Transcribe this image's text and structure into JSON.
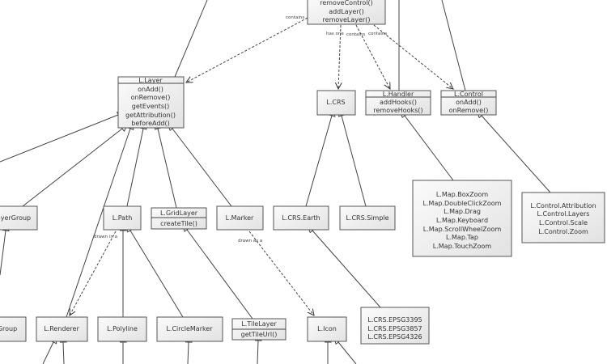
{
  "classes": {
    "map": {
      "methods": [
        "removeControl()",
        "addLayer()",
        "removeLayer()"
      ]
    },
    "layer": {
      "name": "L.Layer",
      "methods": [
        "onAdd()",
        "onRemove()",
        "getEvents()",
        "getAttribution()",
        "beforeAdd()"
      ]
    },
    "crs": {
      "name": "L.CRS"
    },
    "handler": {
      "name": "L.Handler",
      "methods": [
        "addHooks()",
        "removeHooks()"
      ]
    },
    "control": {
      "name": "L.Control",
      "methods": [
        "onAdd()",
        "onRemove()"
      ]
    },
    "layergroup": {
      "name": "ayerGroup"
    },
    "path": {
      "name": "L.Path"
    },
    "gridlayer": {
      "name": "L.GridLayer",
      "methods": [
        "createTile()"
      ]
    },
    "marker": {
      "name": "L.Marker"
    },
    "crsearth": {
      "name": "L.CRS.Earth"
    },
    "crssimple": {
      "name": "L.CRS.Simple"
    },
    "handlers": {
      "items": [
        "L.Map.BoxZoom",
        "L.Map.DoubleClickZoom",
        "L.Map.Drag",
        "L.Map.Keyboard",
        "L.Map.ScrollWheelZoom",
        "L.Map.Tap",
        "L.Map.TouchZoom"
      ]
    },
    "controls": {
      "items": [
        "L.Control.Attribution",
        "L.Control.Layers",
        "L.Control.Scale",
        "L.Control.Zoom"
      ]
    },
    "group": {
      "name": "Group"
    },
    "renderer": {
      "name": "L.Renderer"
    },
    "polyline": {
      "name": "L.Polyline"
    },
    "circlemarker": {
      "name": "L.CircleMarker"
    },
    "tilelayer": {
      "name": "L.TileLayer",
      "methods": [
        "getTileUrl()"
      ]
    },
    "icon": {
      "name": "L.Icon"
    },
    "crsepsg": {
      "items": [
        "L.CRS.EPSG3395",
        "L.CRS.EPSG3857",
        "L.CRS.EPSG4326"
      ]
    }
  },
  "relations": {
    "contains": "contains",
    "has_one": "has one",
    "drawn_in": "drawn in a",
    "drawn_as": "drawn as a"
  }
}
